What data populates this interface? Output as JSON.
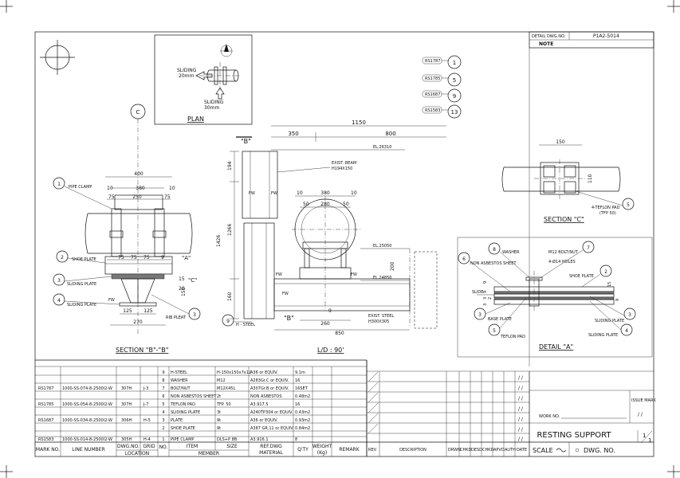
{
  "title_block": {
    "detail_dwg_label": "DETAIL DWG.NO.",
    "detail_dwg_no": "P1A2-5014",
    "note_label": "NOTE",
    "drawing_title": "RESTING SUPPORT",
    "work_no_label": "WORK NO.",
    "issue_mark_label": "ISSUE MARK",
    "scale_label": "SCALE",
    "dwg_no_label": "DWG. NO.",
    "sheet_num": "1",
    "sheet_den": "1",
    "date_mark": "/ /",
    "rev_headers": [
      "REV.",
      "DESCRIPTION",
      "DRWN",
      "CHKD",
      "DESD",
      "CHKD",
      "APVD",
      "AUTH",
      "DATE"
    ]
  },
  "marks": [
    {
      "tag": "RS1787",
      "num": "1"
    },
    {
      "tag": "RS1785",
      "num": "5"
    },
    {
      "tag": "RS1687",
      "num": "9"
    },
    {
      "tag": "RS1583",
      "num": "13"
    }
  ],
  "plan": {
    "label": "PLAN",
    "sliding_x": "SLIDING",
    "sliding_x_val": "20mm",
    "sliding_y": "SLIDING",
    "sliding_y_val": "30mm"
  },
  "section_bb": {
    "title": "SECTION \"B\"-\"B\"",
    "grid_label": "C",
    "dims": {
      "d400": "400",
      "d10a": "10",
      "d380": "380",
      "d10b": "10",
      "d75a": "75",
      "d250": "250",
      "d75b": "75",
      "d75c": "75",
      "d75d": "75",
      "d75e": "75",
      "d9": "9",
      "d125a": "125",
      "d125b": "125",
      "d270": "270",
      "d15": "15",
      "d20": "20",
      "d150": "150"
    },
    "callouts": [
      {
        "num": "1",
        "text": "PIPE CLAMP"
      },
      {
        "num": "2",
        "text": "SHOE PLATE"
      },
      {
        "num": "3",
        "text": "SLIDING PLATE"
      },
      {
        "num": "4",
        "text": "SLIDING PLATE"
      },
      {
        "num": "3",
        "text": "RIB PLEAT"
      }
    ],
    "fw": "FW",
    "cut_a": "\"A\"",
    "cut_c": "\"C\""
  },
  "elevation": {
    "title": "L/D : 90'",
    "dims": {
      "d1150": "1150",
      "d350": "350",
      "d800": "800",
      "d194": "194",
      "d1426": "1426",
      "d1266": "1266",
      "d160": "160",
      "d10a": "10",
      "d380": "380",
      "d10b": "10",
      "d50a": "50",
      "d280": "280",
      "d50b": "50",
      "d200": "200",
      "d9": "9",
      "d260": "260",
      "d850": "850"
    },
    "beam_top": "EXIST. BEAM",
    "beam_top_size": "H194X150",
    "beam_bot": "EXIST. STEEL",
    "beam_bot_size": "H300X305",
    "el_top": "EL.26310",
    "el_mid": "EL.25050",
    "el_bot": "EL.24850",
    "cut_b": "\"B\"",
    "h_steel_num": "9",
    "h_steel_text": "H - STEEL",
    "fw": "FW"
  },
  "section_c": {
    "title": "SECTION \"C\"",
    "d150": "150",
    "d110": "110",
    "callout_num": "5",
    "callout_text": "4-TEFLON PAD",
    "callout_sub": "(TFP 50)"
  },
  "detail_a": {
    "title": "DETAIL \"A\"",
    "callouts": [
      {
        "num": "8",
        "text": "WASHER"
      },
      {
        "num": "7",
        "text": "M12 BOLT/NUT"
      },
      {
        "num": "6",
        "text": "NON ASBESTOS SHEET"
      },
      {
        "num": "2",
        "text": "SHOE PLATE"
      },
      {
        "num": "3",
        "text": "BASE PLATE"
      },
      {
        "num": "5",
        "text": "TEFLON PAD"
      },
      {
        "num": "3",
        "text": "SLIDING PLATE"
      },
      {
        "num": "4",
        "text": "SLIDING PLATE"
      }
    ],
    "holes": "4-Ø14 HOLES",
    "slide": "SLIDE",
    "dims": [
      "9",
      "9",
      "3",
      "2",
      "3",
      "15",
      "9"
    ]
  },
  "member_table": {
    "headers": {
      "no": "NO.",
      "item": "ITEM",
      "size": "SIZE",
      "ref": "REF.DWG",
      "material": "MATERIAL",
      "qty": "Q'TY",
      "weight": "WEIGHT",
      "weight_unit": "(Kg)",
      "remark": "REMARK",
      "member": "MEMBER"
    },
    "rows": [
      {
        "no": "9",
        "item": "H-STEEL",
        "size": "H-150x150x7x12",
        "material": "A36 or EQUIV.",
        "qty": "9.1m"
      },
      {
        "no": "8",
        "item": "WASHER",
        "size": "M12",
        "material": "A283Gr.C or EQUIV.",
        "qty": "16"
      },
      {
        "no": "7",
        "item": "BOLT/NUT",
        "size": "M12X45L",
        "material": "A307Gr.B or EQUIV.",
        "qty": "16SET"
      },
      {
        "no": "6",
        "item": "NON ASBESTOS SHEET",
        "size": "2t",
        "material": "NON ASBESTOS",
        "qty": "0.48m2"
      },
      {
        "no": "5",
        "item": "TEFLON PAD",
        "size": "TFP. 50",
        "material": "A3.917.5",
        "qty": "16"
      },
      {
        "no": "4",
        "item": "SLIDING PLATE",
        "size": "3t",
        "material": "A240TP304 or EQUIV.",
        "qty": "0.43m2"
      },
      {
        "no": "3",
        "item": "PLATE",
        "size": "9t",
        "material": "A36 or EQUIV.",
        "qty": "0.93m2"
      },
      {
        "no": "2",
        "item": "SHOE PLATE",
        "size": "9t",
        "material": "A387 GR.11 or EQUIV.",
        "qty": "0.84m2"
      },
      {
        "no": "1",
        "item": "PIPE CLAMP",
        "size": "DLS+P 8B",
        "material": "A3.916.1",
        "qty": "8"
      }
    ]
  },
  "line_table": {
    "headers": {
      "mark": "MARK NO.",
      "line": "LINE NUMBER",
      "dwg": "DWG.NO.",
      "grid": "GRID",
      "location": "LOCATION"
    },
    "rows": [
      {
        "mark": "RS1787",
        "line": "1000-SS-074-8-2500I2-W",
        "dwg": "307H",
        "grid": "J-3"
      },
      {
        "mark": "RS1785",
        "line": "1000-SS-054-8-2500I2-W",
        "dwg": "307H",
        "grid": "J-7"
      },
      {
        "mark": "RS1687",
        "line": "1000-SS-034-8-2500I2-W",
        "dwg": "306H",
        "grid": "H-5"
      },
      {
        "mark": "RS1583",
        "line": "1000-SS-014-8-2500I2-W",
        "dwg": "305H",
        "grid": "H-4"
      }
    ]
  }
}
